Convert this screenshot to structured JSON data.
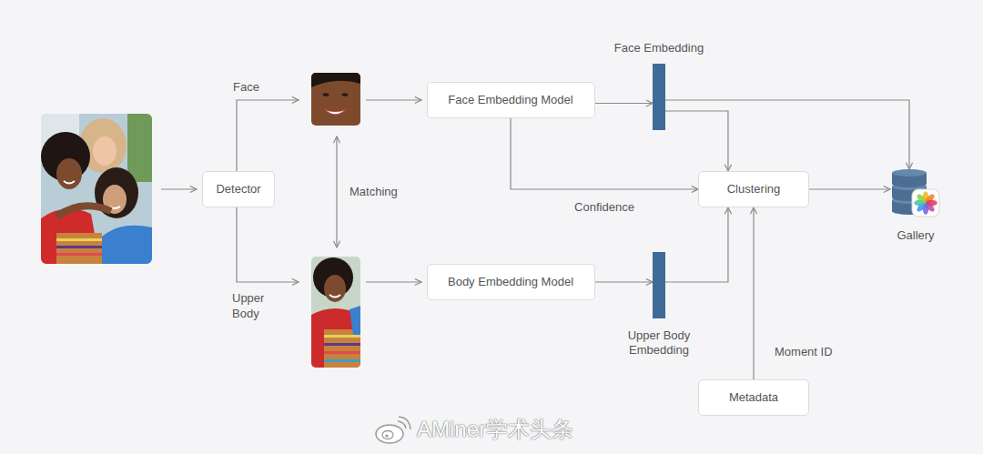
{
  "diagram": {
    "nodes": [
      {
        "text": [
          "Detector"
        ]
      },
      {
        "text": [
          "Face Embedding Model"
        ]
      },
      {
        "text": [
          "Face Embedding"
        ]
      },
      {
        "text": [
          "Clustering"
        ]
      },
      {
        "text": [
          "Gallery"
        ]
      },
      {
        "text": [
          "Body Embedding Model"
        ]
      },
      {
        "text": [
          "Upper Body Embedding"
        ]
      },
      {
        "text": [
          "Metadata"
        ]
      }
    ],
    "edges": [
      {
        "from": 1,
        "to": 2,
        "arrow": "to"
      },
      {
        "from": 2,
        "to": 4,
        "arrow": "to"
      },
      {
        "from": 2,
        "to": 3,
        "arrow": "to"
      },
      {
        "from": 1,
        "to": 3,
        "label": "Confidence",
        "arrow": "to"
      },
      {
        "from": 3,
        "to": 4,
        "arrow": "to"
      },
      {
        "from": 5,
        "to": 6,
        "arrow": "to"
      },
      {
        "from": 6,
        "to": 3,
        "arrow": "to"
      },
      {
        "from": 7,
        "to": 3,
        "label": "Moment ID",
        "arrow": "to"
      }
    ],
    "labels": [
      "Face",
      "Upper Body",
      "Matching",
      "AMiner学术头条"
    ]
  }
}
